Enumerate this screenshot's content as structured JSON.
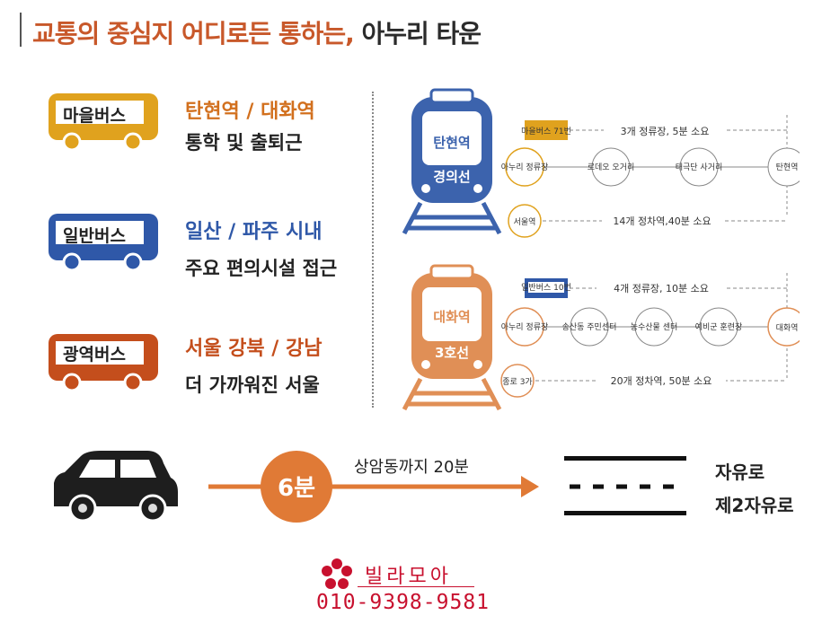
{
  "title": {
    "highlight": "교통의 중심지 어디로든 통하는,",
    "rest": "아누리 타운"
  },
  "buses": [
    {
      "label": "마을버스",
      "line1": "탄현역 / 대화역",
      "line2": "통학 및 출퇴근",
      "color": "#e0a21e",
      "text_color": "#d2701e"
    },
    {
      "label": "일반버스",
      "line1": "일산 / 파주 시내",
      "line2": "주요 편의시설 접근",
      "color": "#2f58a8",
      "text_color": "#2f58a8"
    },
    {
      "label": "광역버스",
      "line1": "서울 강북 / 강남",
      "line2": "더 가까워진 서울",
      "color": "#c44e1c",
      "text_color": "#c44e1c"
    }
  ],
  "routes": [
    {
      "train_station": "탄현역",
      "train_line": "경의선",
      "train_color": "#3c63ad",
      "bus_tag": "마을버스 71번",
      "top_label": "3개 정류장, 5분 소요",
      "stops": [
        "아누리 정류장",
        "로데오 오거리",
        "태극단 사거리",
        "탄현역"
      ],
      "dest": "서울역",
      "bottom_label": "14개 정차역,40분 소요",
      "accent": "#e0a21e"
    },
    {
      "train_station": "대화역",
      "train_line": "3호선",
      "train_color": "#e08f56",
      "bus_tag": "일반버스 10번",
      "top_label": "4개 정류장, 10분 소요",
      "stops": [
        "아누리 정류장",
        "송산동 주민센터",
        "농수산물 센터",
        "예비군 훈련장",
        "대화역"
      ],
      "dest": "종로 3가",
      "bottom_label": "20개 정차역, 50분 소요",
      "accent": "#e08f56"
    }
  ],
  "car": {
    "time": "6분",
    "label": "상암동까지 20분"
  },
  "roads": [
    "자유로",
    "제2자유로"
  ],
  "brand": {
    "name": "빌라모아",
    "phone": "010-9398-9581"
  },
  "colors": {
    "accent": "#c8582a",
    "brand_red": "#c8102e"
  }
}
